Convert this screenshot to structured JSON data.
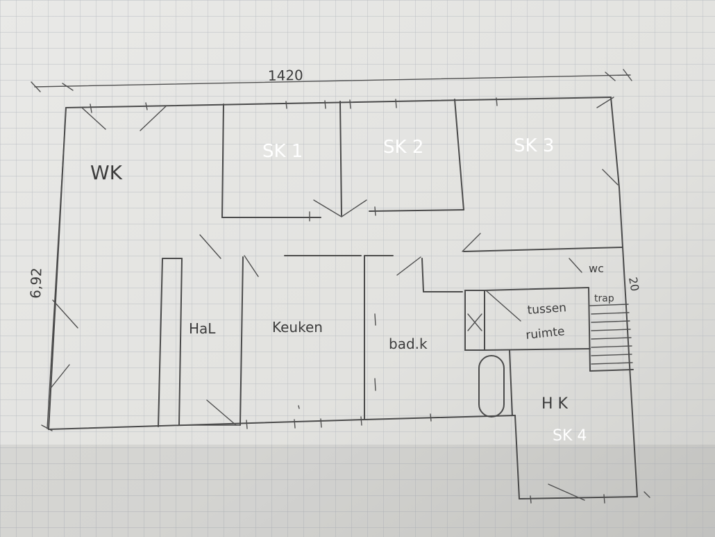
{
  "dimensions": {
    "width": "1420",
    "height": "6,92",
    "stair_note": "20"
  },
  "rooms": {
    "wk": "WK",
    "sk1": "SK 1",
    "sk2": "SK 2",
    "sk3": "SK 3",
    "hal": "HaL",
    "keuken": "Keuken",
    "badk": "bad.k",
    "wc": "wc",
    "tussenruimte_1": "tussen",
    "tussenruimte_2": "ruimte",
    "trap": "trap",
    "hk": "H K",
    "sk4": "SK 4"
  },
  "colors": {
    "paper": "#e4e4e2",
    "grid": "#b9bdc2",
    "pencil": "#4a4a4a",
    "label_highlight": "#ffffff"
  }
}
